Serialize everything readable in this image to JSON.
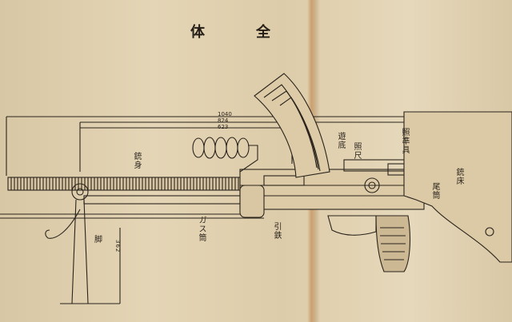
{
  "title": {
    "chars": [
      "体",
      "全"
    ]
  },
  "dimensions": {
    "overall": "1040",
    "mid": "824",
    "inner": "623",
    "leg": "362"
  },
  "labels": {
    "barrel": "銃身",
    "gas_cylinder": "ガス筒",
    "bipod": "脚",
    "trigger": "引鉄",
    "bolt": "遊底",
    "sight": "照尺",
    "tail_hook": "尾筒",
    "rear_sight": "照準具",
    "stock": "銃床"
  },
  "colors": {
    "paper": "#e2d2b2",
    "ink": "#2a241c",
    "fold": "#c07a3c"
  }
}
